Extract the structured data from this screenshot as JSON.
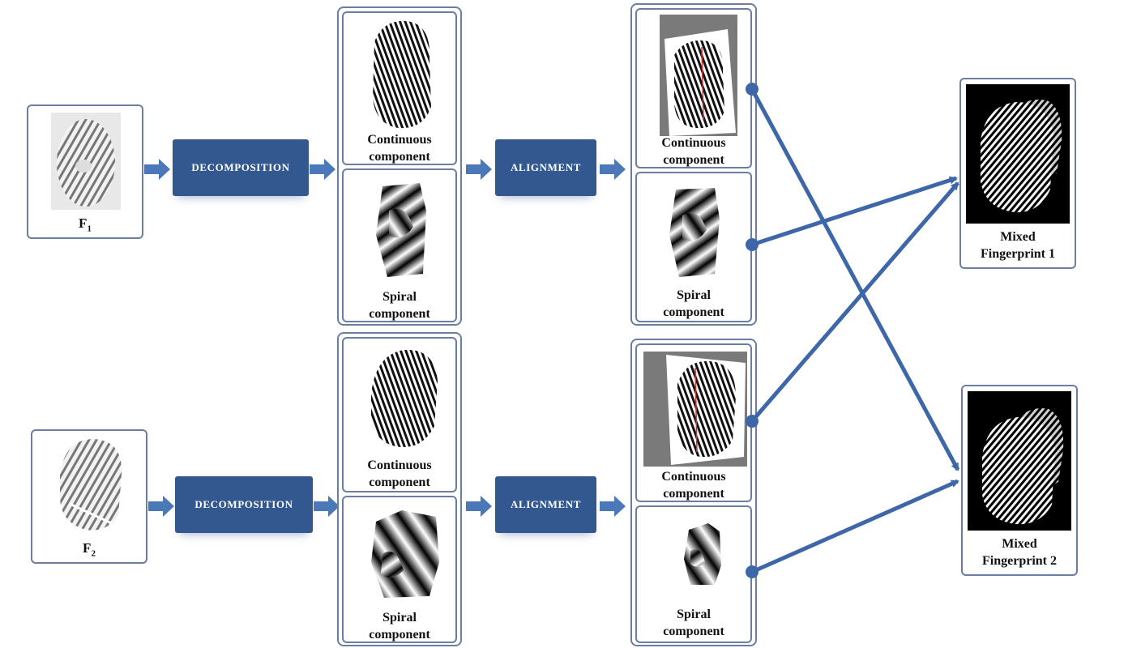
{
  "inputs": [
    {
      "label": "F",
      "subscript": "1"
    },
    {
      "label": "F",
      "subscript": "2"
    }
  ],
  "process": {
    "decomposition": "DECOMPOSITION",
    "alignment": "ALIGNMENT"
  },
  "components": {
    "continuous_line1": "Continuous",
    "continuous_line2": "component",
    "spiral_line1": "Spiral",
    "spiral_line2": "component"
  },
  "outputs": [
    {
      "line1": "Mixed",
      "line2": "Fingerprint 1"
    },
    {
      "line1": "Mixed",
      "line2": "Fingerprint 2"
    }
  ],
  "colors": {
    "process_fill": "#33588f",
    "arrow": "#4a78b8",
    "connector": "#3d67a8",
    "border": "#6b7ea0"
  }
}
